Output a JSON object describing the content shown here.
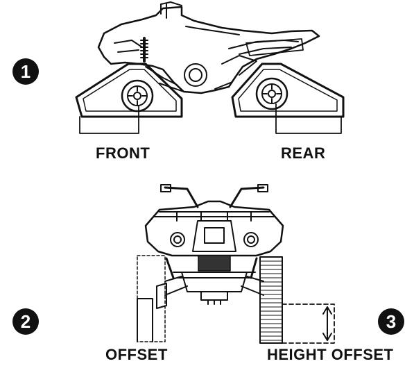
{
  "labels": {
    "front": "FRONT",
    "rear": "REAR",
    "offset": "OFFSET",
    "height_offset": "HEIGHT OFFSET"
  },
  "steps": [
    "1",
    "2",
    "3"
  ],
  "colors": {
    "ink": "#111111",
    "paper": "#ffffff"
  }
}
